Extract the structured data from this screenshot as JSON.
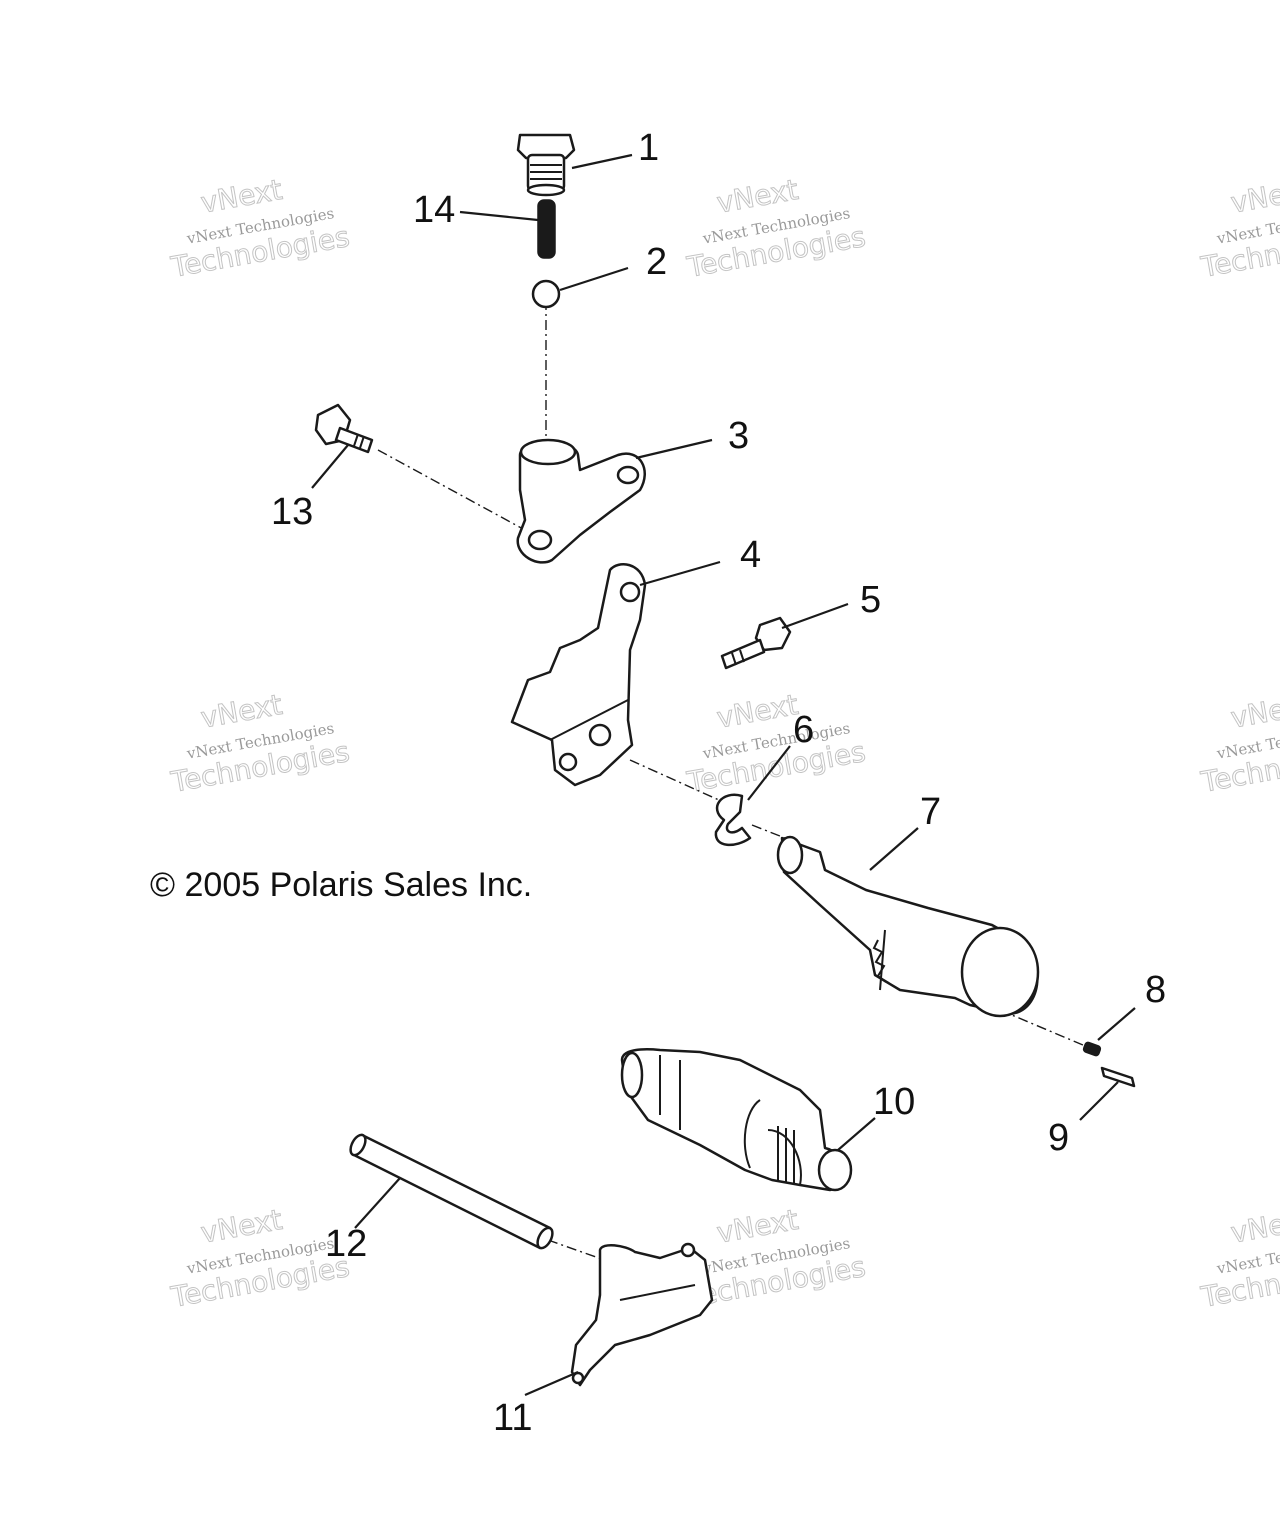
{
  "copyright": "© 2005 Polaris Sales Inc.",
  "watermark": {
    "line1": "vNext Technologies",
    "line2": "vNext",
    "line3": "Technologies"
  },
  "callouts": {
    "c1": "1",
    "c2": "2",
    "c3": "3",
    "c4": "4",
    "c5": "5",
    "c6": "6",
    "c7": "7",
    "c8": "8",
    "c9": "9",
    "c10": "10",
    "c11": "11",
    "c12": "12",
    "c13": "13",
    "c14": "14"
  },
  "colors": {
    "line": "#1a1a1a",
    "watermark": "#c4c4c4",
    "background": "#ffffff"
  }
}
